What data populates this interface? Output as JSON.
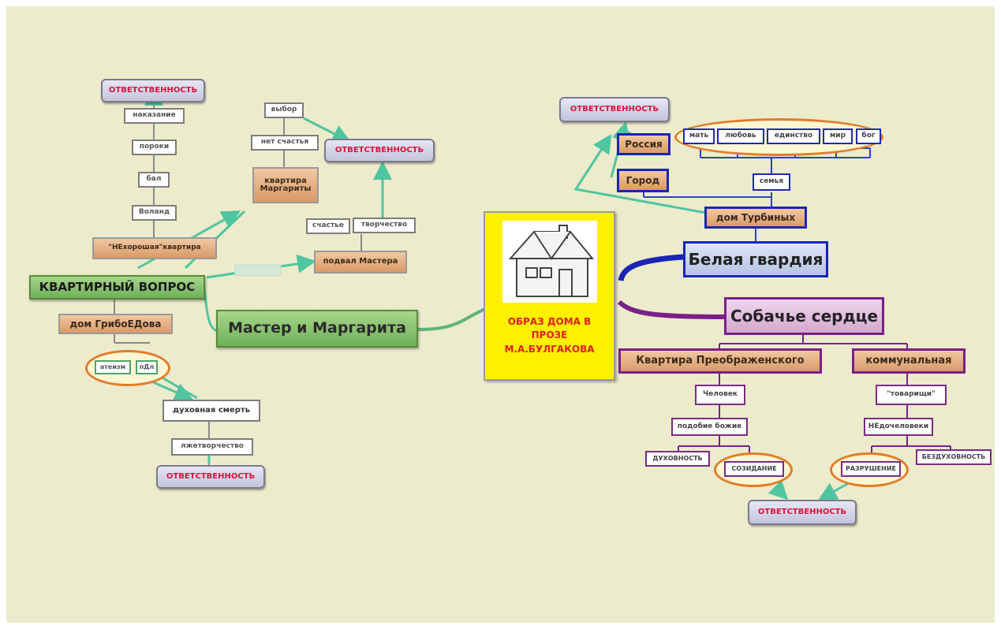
{
  "colors": {
    "background": "#ecebcc",
    "connector_green": "#4fc5a0",
    "responsibility_text": "#d8143a",
    "center_fill": "#fff000",
    "center_text": "#e32018",
    "blue_border": "#1a25b5",
    "purple_border": "#7a1f8a",
    "orange_ring": "#e07d28"
  },
  "center": {
    "title": "ОБРАЗ ДОМА  В ПРОЗЕ М.А.БУЛГАКОВА",
    "icon": "house-icon"
  },
  "left": {
    "responsibility_top": "ОТВЕТСТВЕННОСТЬ",
    "chain": [
      "наказание",
      "пороки",
      "бал",
      "Воланд"
    ],
    "bad_flat": "\"НЕхорошая\"квартира",
    "choice": "выбор",
    "no_happiness": "нет счастья",
    "margarita_flat": "квартира Маргариты",
    "responsibility_mid": "ОТВЕТСТВЕННОСТЬ",
    "happiness": "счастье",
    "creativity": "творчество",
    "cellar": "подвал Мастера",
    "question": "КВАРТИРНЫЙ ВОПРОС",
    "master": "Мастер и Маргарита",
    "griboedov": "дом ГрибоЕДова",
    "ring_left": "атеизм",
    "ring_right": "пДл",
    "spiritual_death": "духовная смерть",
    "false_creativity": "лжетворчество",
    "responsibility_bottom": "ОТВЕТСТВЕННОСТЬ"
  },
  "right": {
    "responsibility_top": "ОТВЕТСТВЕННОСТЬ",
    "russia": "Россия",
    "city": "Город",
    "family_values": [
      "мать",
      "любовь",
      "единство",
      "мир",
      "бог"
    ],
    "family": "семья",
    "turbin_house": "дом Турбиных",
    "white_guard": "Белая гвардия",
    "dog_heart": "Собачье сердце",
    "preobrazhensky": "Квартира Преображенского",
    "communal": "коммунальная",
    "human": "Человек",
    "god_likeness": "подобие божие",
    "spirituality": "ДУХОВНОСТЬ",
    "creation": "СОЗИДАНИЕ",
    "comrades": "\"товарищи\"",
    "nonhuman": "НЕдочеловеки",
    "spiritlessness": "БЕЗДУХОВНОСТЬ",
    "destruction": "РАЗРУШЕНИЕ",
    "responsibility_bottom": "ОТВЕТСТВЕННОСТЬ"
  }
}
